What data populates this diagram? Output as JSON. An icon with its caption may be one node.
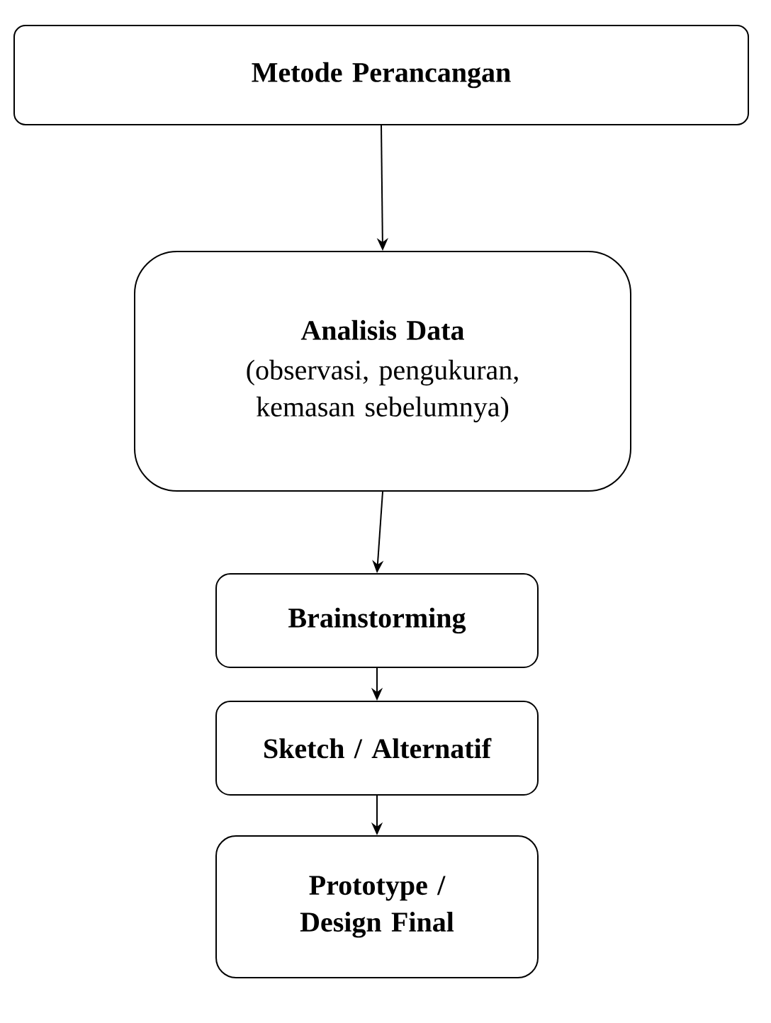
{
  "diagram": {
    "nodes": [
      {
        "text": [
          "Metode Perancangan"
        ]
      },
      {
        "text": [
          "Analisis Data",
          "(observasi, pengukuran, kemasan sebelumnya)"
        ]
      },
      {
        "text": [
          "Brainstorming"
        ]
      },
      {
        "text": [
          "Sketch / Alternatif"
        ]
      },
      {
        "text": [
          "Prototype / Design Final"
        ]
      }
    ],
    "edges": [
      {
        "from": 0,
        "to": 1,
        "arrow": "to"
      },
      {
        "from": 1,
        "to": 2,
        "arrow": "to"
      },
      {
        "from": 2,
        "to": 3,
        "arrow": "to"
      },
      {
        "from": 3,
        "to": 4,
        "arrow": "to"
      }
    ]
  }
}
